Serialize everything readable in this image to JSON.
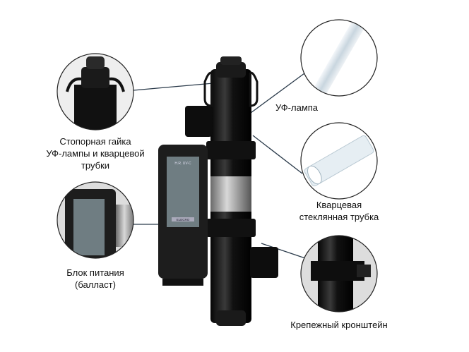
{
  "labels": {
    "lock_nut": [
      "Стопорная гайка",
      "УФ-лампы и кварцевой",
      "трубки"
    ],
    "uv_lamp": "УФ-лампа",
    "quartz_tube": [
      "Кварцевая",
      "стеклянная трубка"
    ],
    "ballast": [
      "Блок питания",
      "(балласт)"
    ],
    "bracket": "Крепежный кронштейн"
  },
  "device": {
    "model": "H.R. UV-C",
    "brand": "ELECRO"
  },
  "colors": {
    "body": "#151515",
    "panel": "#6f7d82",
    "leader_line": "#2a3a4a"
  }
}
